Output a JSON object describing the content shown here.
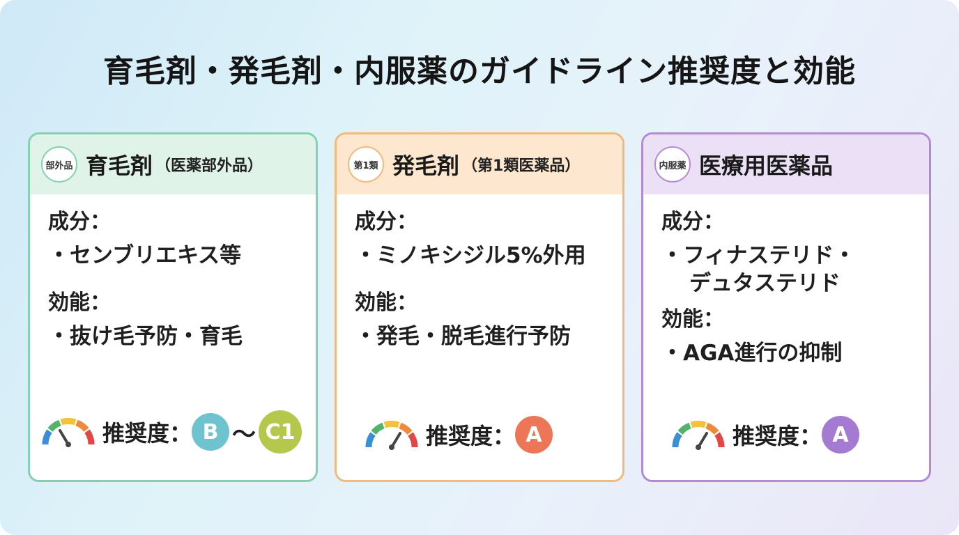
{
  "title": "育毛剤・発毛剤・内服薬のガイドライン推奨度と効能",
  "cards": [
    {
      "badge": "部外品",
      "heading": "育毛剤",
      "subheading": "（医薬部外品）",
      "ingredient_label": "成分：",
      "ingredient_lines": [
        "・センブリエキス等"
      ],
      "efficacy_label": "効能：",
      "efficacy_lines": [
        "・抜け毛予防・育毛"
      ],
      "rating_label": "推奨度：",
      "grades": [
        "B",
        "C1"
      ],
      "grade_separator": "〜"
    },
    {
      "badge": "第1類",
      "heading": "発毛剤",
      "subheading": "（第1類医薬品）",
      "ingredient_label": "成分：",
      "ingredient_lines": [
        "・ミノキシジル5%外用"
      ],
      "efficacy_label": "効能：",
      "efficacy_lines": [
        "・発毛・脱毛進行予防"
      ],
      "rating_label": "推奨度：",
      "grades": [
        "A"
      ]
    },
    {
      "badge": "内服薬",
      "heading": "医療用医薬品",
      "ingredient_label": "成分：",
      "ingredient_lines": [
        "・フィナステリド・",
        "デュタステリド"
      ],
      "efficacy_label": "効能：",
      "efficacy_lines": [
        "・AGA進行の抑制"
      ],
      "rating_label": "推奨度：",
      "grades": [
        "A"
      ]
    }
  ],
  "colors": {
    "green_border": "#86cfb0",
    "orange_border": "#f1b97b",
    "purple_border": "#b48ad6",
    "grade_b": "#6ec3cf",
    "grade_c1": "#b5c84b",
    "grade_a_orange": "#ee7658",
    "grade_a_purple": "#a47ad3"
  }
}
